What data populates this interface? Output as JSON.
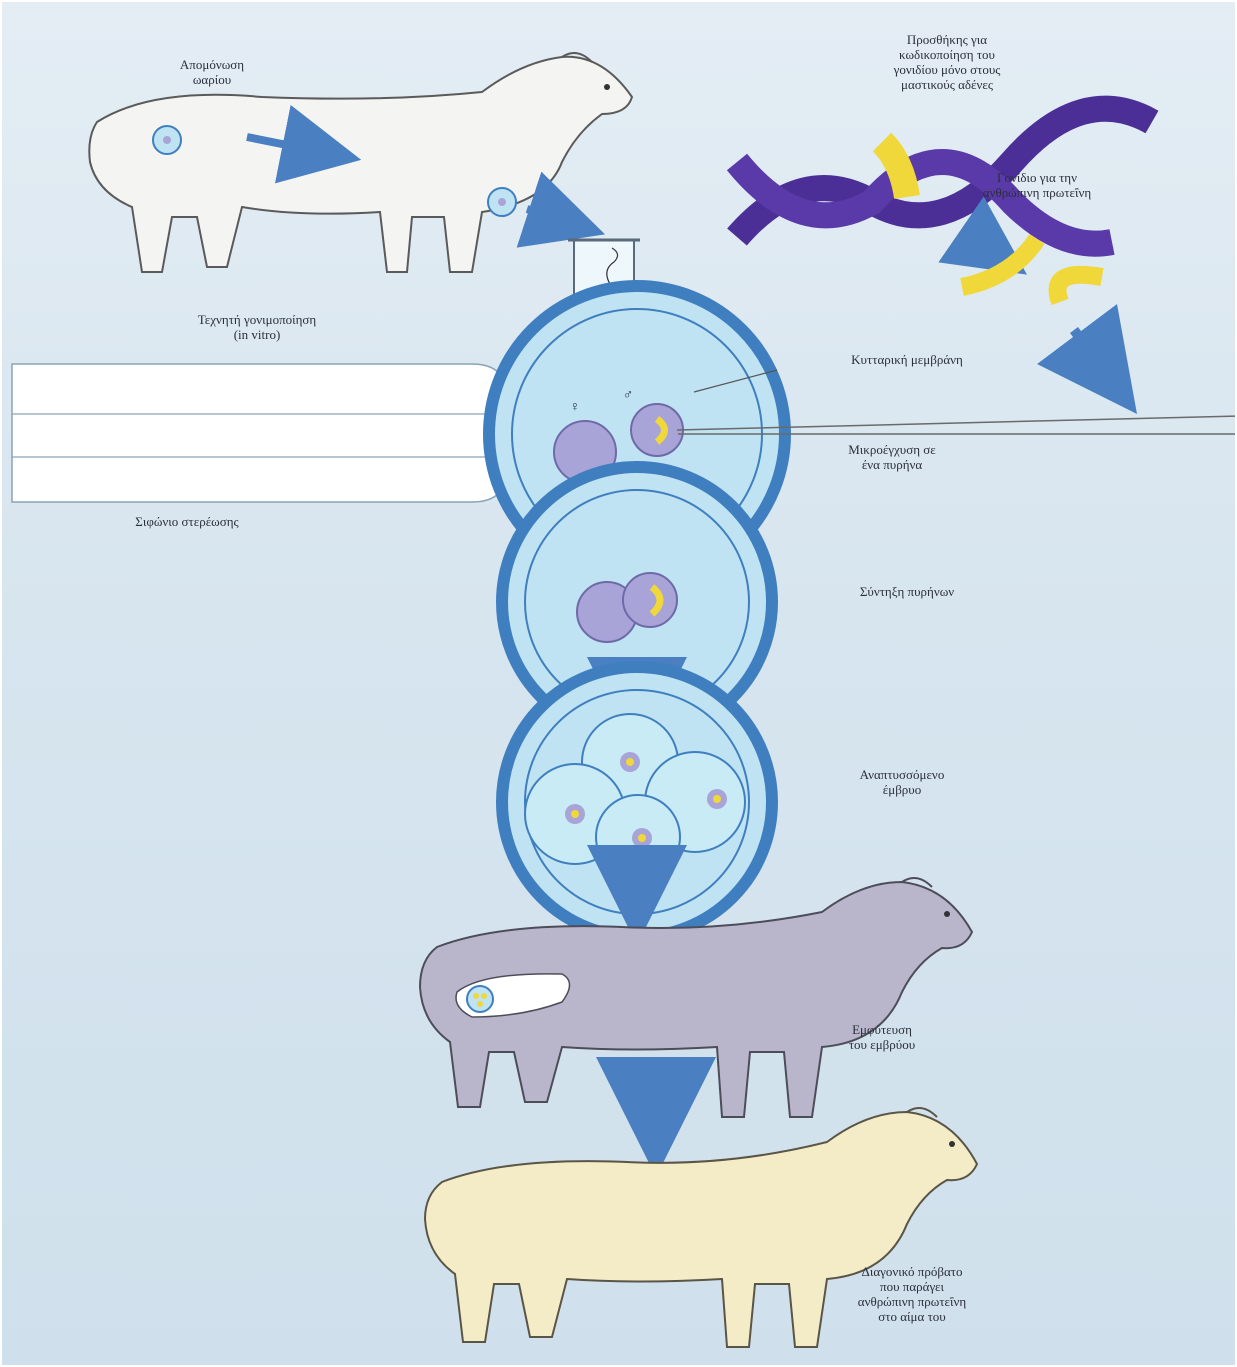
{
  "labels": {
    "egg_isolation": "Απομόνωση\nωαρίου",
    "promoter": "Προσθήκης για\nκωδικοποίηση του\nγονιδίου μόνο στους\nμαστικούς αδένες",
    "human_gene": "Γονίδιο για την\nανθρώπινη πρωτεΐνη",
    "ivf": "Τεχνητή γονιμοποίηση\n(in vitro)",
    "cell_membrane": "Κυτταρική μεμβράνη",
    "microinjection": "Μικροέγχυση σε\nένα πυρήνα",
    "holding_pipette": "Σιφώνιο στερέωσης",
    "nuclei_fusion": "Σύντηξη πυρήνων",
    "developing_embryo": "Αναπτυσσόμενο\nέμβρυο",
    "embryo_implantation": "Εμφύτευση\nτου εμβρύου",
    "transgenic_sheep": "Διαγονικό πρόβατο\nπου παράγει\nανθρώπινη πρωτεΐνη\nστο αίμα του"
  },
  "symbols": {
    "female": "♀",
    "male": "♂"
  },
  "colors": {
    "arrow": "#4a7fc1",
    "dna_strand": "#4b2f96",
    "gene_segment": "#f0d83a",
    "cell_outer": "#3f7fc0",
    "cell_fill": "#bfe3f2",
    "nucleus": "#a9a4d8",
    "sheep_white": "#f4f4f2",
    "sheep_grey": "#b9b6cc",
    "sheep_cream": "#f3ecc6"
  }
}
